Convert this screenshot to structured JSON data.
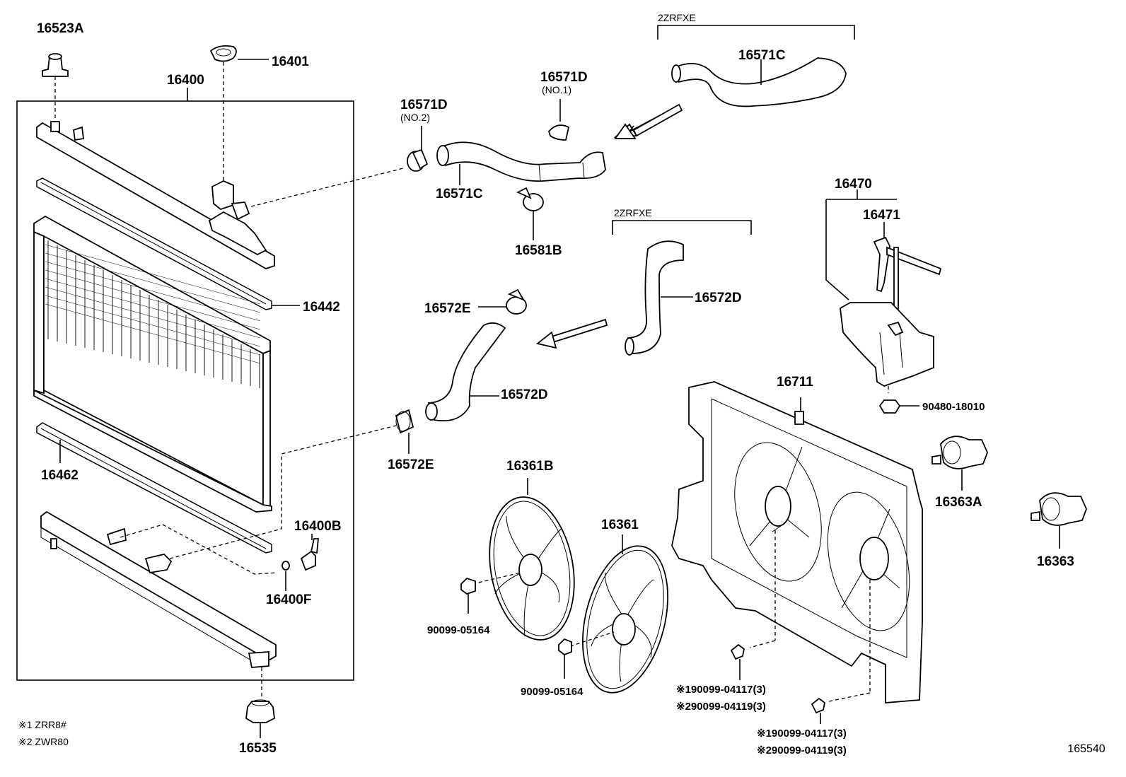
{
  "labels": {
    "p16523A": "16523A",
    "p16401": "16401",
    "p16400": "16400",
    "p16442": "16442",
    "p16462": "16462",
    "p16400B": "16400B",
    "p16400F": "16400F",
    "p16535": "16535",
    "p16571D_no2": "16571D",
    "no2": "(NO.2)",
    "p16571D_no1": "16571D",
    "no1": "(NO.1)",
    "p16571C_a": "16571C",
    "p16571C_b": "16571C",
    "zr1": "2ZRFXE",
    "zr2": "2ZRFXE",
    "p16581B": "16581B",
    "p16572E_a": "16572E",
    "p16572E_b": "16572E",
    "p16572D_a": "16572D",
    "p16572D_b": "16572D",
    "p16470": "16470",
    "p16471": "16471",
    "p90480": "90480-18010",
    "p16711": "16711",
    "p16361B": "16361B",
    "p16361": "16361",
    "p16363A": "16363A",
    "p16363": "16363",
    "p90099a": "90099-05164",
    "p90099b": "90099-05164",
    "bolt1a": "※190099-04117(3)",
    "bolt1b": "※290099-04119(3)",
    "bolt2a": "※190099-04117(3)",
    "bolt2b": "※290099-04119(3)"
  },
  "notes": {
    "note1": "※1 ZRR8#",
    "note2": "※2 ZWR80"
  },
  "figure_number": "165540"
}
